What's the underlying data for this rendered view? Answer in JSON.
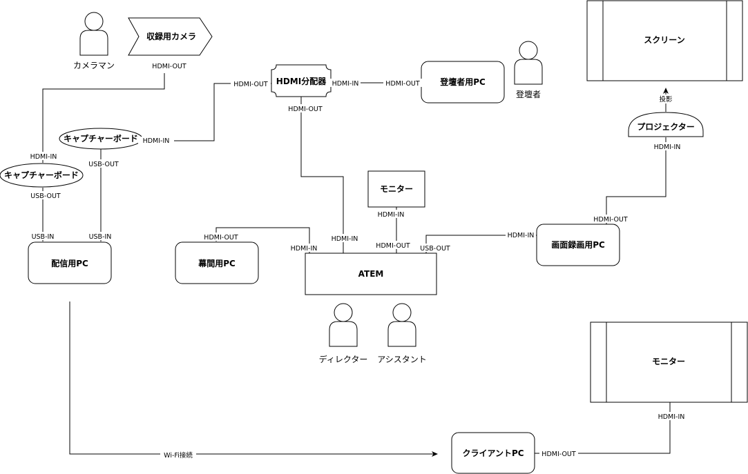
{
  "nodes": {
    "camera": "収録用カメラ",
    "capture_board_upper": "キャプチャーボード",
    "capture_board_lower": "キャプチャーボード",
    "distribution_pc": "配信用PC",
    "hdmi_splitter": "HDMI分配器",
    "speaker_pc": "登壇者用PC",
    "break_pc": "幕間用PC",
    "atem": "ATEM",
    "monitor_atem": "モニター",
    "screen_record_pc": "画面録画用PC",
    "projector": "プロジェクター",
    "screen": "スクリーン",
    "client_pc": "クライアントPC",
    "monitor_client": "モニター"
  },
  "people": {
    "cameraman": "カメラマン",
    "speaker": "登壇者",
    "director": "ディレクター",
    "assistant": "アシスタント"
  },
  "ports": {
    "camera_out": "HDMI-OUT",
    "cap_lower_in": "HDMI-IN",
    "cap_lower_out": "USB-OUT",
    "dist_usb_in_left": "USB-IN",
    "cap_upper_in": "HDMI-IN",
    "cap_upper_out": "USB-OUT",
    "dist_usb_in_right": "USB-IN",
    "splitter_out_left": "HDMI-OUT",
    "splitter_in": "HDMI-IN",
    "speaker_pc_out": "HDMI-OUT",
    "splitter_out_bottom": "HDMI-OUT",
    "atem_in_splitter": "HDMI-IN",
    "break_pc_out": "HDMI-OUT",
    "atem_in_break": "HDMI-IN",
    "monitor_in": "HDMI-IN",
    "atem_out": "HDMI-OUT",
    "atem_usb_out": "USB-OUT",
    "record_pc_in": "HDMI-IN",
    "record_pc_out": "HDMI-OUT",
    "projector_in": "HDMI-IN",
    "projection": "投影",
    "wifi": "Wi-Fi接続",
    "client_out": "HDMI-OUT",
    "client_monitor_in": "HDMI-IN"
  }
}
